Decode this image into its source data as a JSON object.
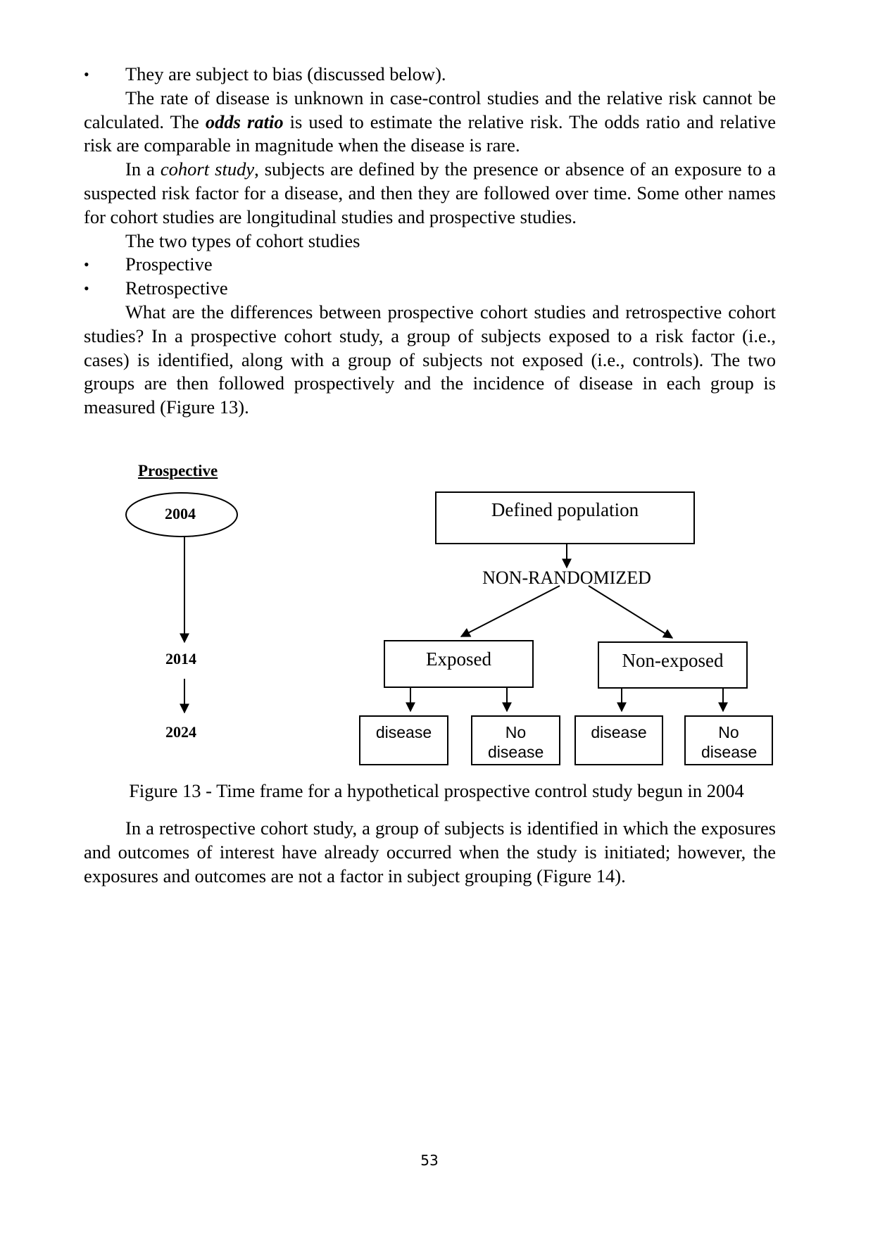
{
  "top": {
    "bullet_bias": "They are subject to bias (discussed below).",
    "p1a": "The rate of disease is unknown in case-control studies and the relative risk cannot be calculated. The ",
    "p1_em": "odds ratio",
    "p1b": " is used to estimate the relative risk. The odds ratio and relative risk are comparable in magnitude when the disease is rare.",
    "p2a": "In a ",
    "p2_em": "cohort study",
    "p2b": ", subjects are defined by the presence or absence of an exposure to a suspected risk factor for a disease, and then they are followed over time. Some other names for cohort studies are longitudinal studies and prospective studies.",
    "types_intro": "The two types of cohort studies",
    "types": [
      "Prospective",
      "Retrospective"
    ],
    "p3": "What are the differences between prospective cohort studies and retrospective cohort studies? In a prospective cohort study, a group of subjects exposed to a risk factor (i.e., cases) is identified, along with a group of subjects not exposed (i.e., controls). The two groups are then followed prospectively and the incidence of disease in each group is measured (Figure 13)."
  },
  "figure": {
    "timeline_title": "Prospective",
    "years": [
      "2004",
      "2014",
      "2024"
    ],
    "defined_population": "Defined population",
    "non_randomized": "NON-RANDOMIZED",
    "exposed": "Exposed",
    "non_exposed": "Non-exposed",
    "outcomes": [
      "disease",
      "No disease",
      "disease",
      "No disease"
    ],
    "caption": "Figure 13 - Time frame for a hypothetical prospective control study begun in 2004"
  },
  "bottom": {
    "p4": "In a retrospective cohort study, a group of subjects is identified in which the exposures and outcomes of interest have already occurred when the study is initiated; however, the exposures and outcomes are not a factor in subject grouping (Figure 14)."
  },
  "page_number": "53"
}
